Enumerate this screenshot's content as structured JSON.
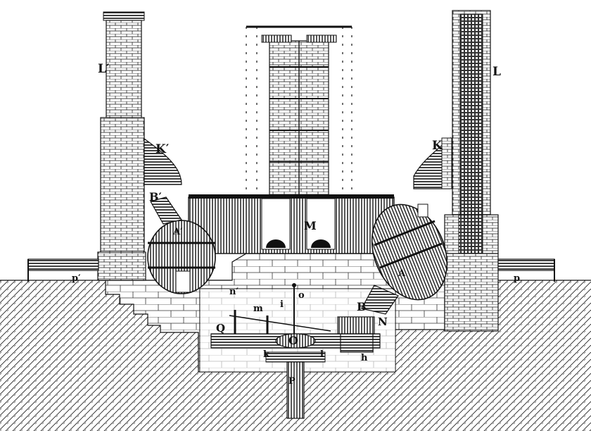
{
  "labels": {
    "L_prime": "L′",
    "L": "L",
    "K_prime": "K′",
    "K": "K",
    "B_prime": "B′",
    "B": "B",
    "A_prime": "A′",
    "A": "A",
    "M": "M",
    "N": "N",
    "O": "O",
    "P": "P",
    "Q": "Q",
    "p_prime": "p′",
    "p": "p",
    "n_prime": "n′",
    "m": "m",
    "i": "i",
    "o": "o",
    "k": "k",
    "l": "l",
    "h": "h"
  },
  "colors": {
    "ink": "#111111",
    "paper": "#ffffff"
  }
}
